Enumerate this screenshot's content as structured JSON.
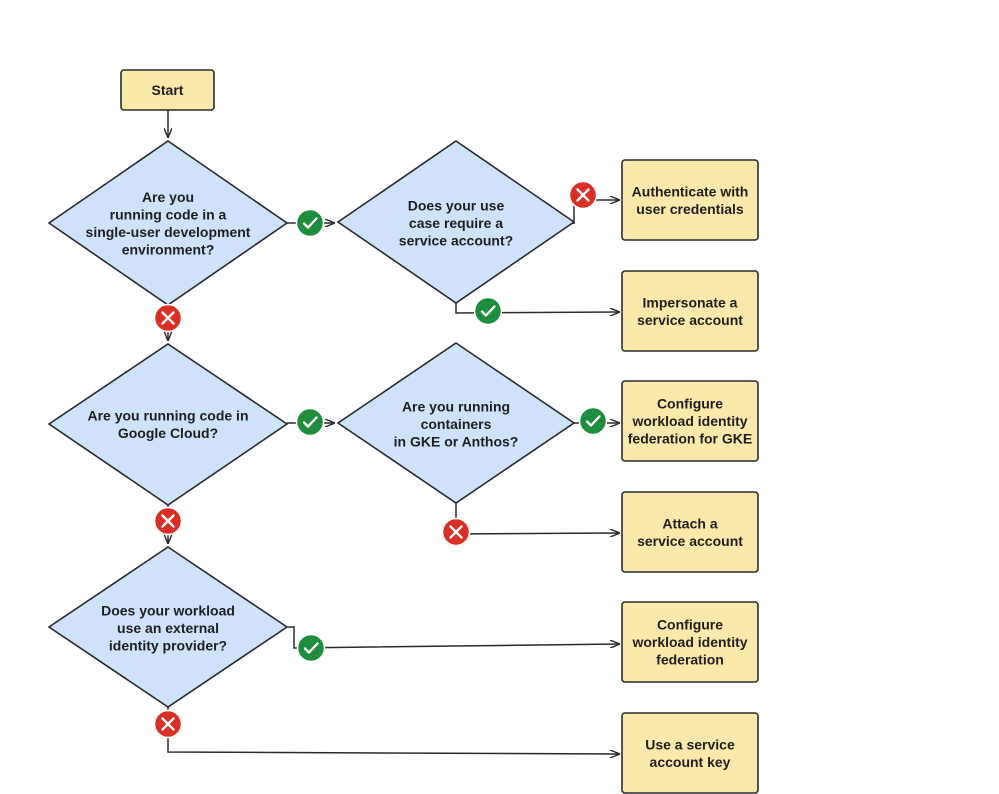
{
  "colors": {
    "decision_fill": "#cfe2fb",
    "action_fill": "#fbe8ab",
    "stroke": "#2b2b2b",
    "yes": "#1e8e3e",
    "no": "#d93025"
  },
  "icons": {
    "yes": "check-icon",
    "no": "cross-icon"
  },
  "start": {
    "label": "Start"
  },
  "decisions": {
    "single_user_dev": {
      "lines": [
        "Are you",
        "running code in a",
        "single-user development",
        "environment?"
      ]
    },
    "service_account_needed": {
      "lines": [
        "Does your use",
        "case require a",
        "service account?"
      ]
    },
    "google_cloud": {
      "lines": [
        "Are you running code in",
        "Google Cloud?"
      ]
    },
    "containers_gke": {
      "lines": [
        "Are you running",
        "containers",
        "in GKE or Anthos?"
      ]
    },
    "external_idp": {
      "lines": [
        "Does your workload",
        "use an external",
        "identity provider?"
      ]
    }
  },
  "outcomes": {
    "user_credentials": {
      "lines": [
        "Authenticate with",
        "user credentials"
      ]
    },
    "impersonate": {
      "lines": [
        "Impersonate a",
        "service account"
      ]
    },
    "wif_gke": {
      "lines": [
        "Configure",
        "workload identity",
        "federation for GKE"
      ]
    },
    "attach_sa": {
      "lines": [
        "Attach a",
        "service account"
      ]
    },
    "wif": {
      "lines": [
        "Configure",
        "workload identity",
        "federation"
      ]
    },
    "sa_key": {
      "lines": [
        "Use a service",
        "account key"
      ]
    }
  }
}
